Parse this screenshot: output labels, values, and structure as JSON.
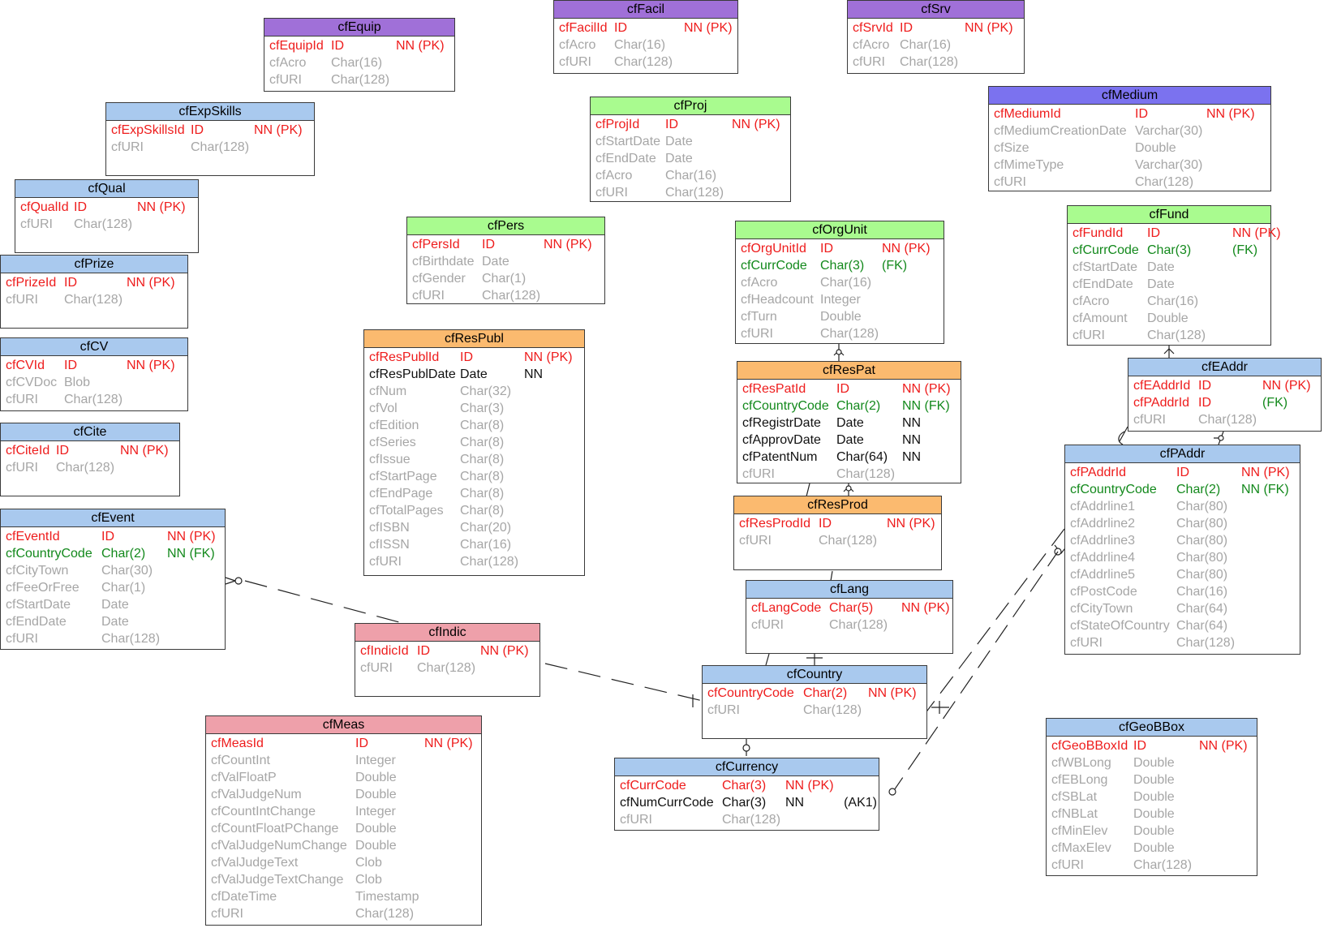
{
  "colors": {
    "purple": "#a070d8",
    "blue": "#a9c9ee",
    "green": "#a9fb8f",
    "orange": "#fbba6f",
    "pink": "#eea0aa",
    "indigo": "#7b72ef",
    "pk_text": "#ee1c1c",
    "fk_text": "#13891c",
    "nn_text": "#111111",
    "plain_text": "#a6a6a6"
  },
  "entities": [
    {
      "id": "cfEquip",
      "title": "cfEquip",
      "color": "purple",
      "rows": [
        {
          "name": "cfEquipId",
          "type": "ID",
          "cons": "NN (PK)",
          "kind": "pk"
        },
        {
          "name": "cfAcro",
          "type": "Char(16)",
          "cons": "",
          "kind": "plain"
        },
        {
          "name": "cfURI",
          "type": "Char(128)",
          "cons": "",
          "kind": "plain"
        }
      ]
    },
    {
      "id": "cfFacil",
      "title": "cfFacil",
      "color": "purple",
      "rows": [
        {
          "name": "cfFacilId",
          "type": "ID",
          "cons": "NN (PK)",
          "kind": "pk"
        },
        {
          "name": "cfAcro",
          "type": "Char(16)",
          "cons": "",
          "kind": "plain"
        },
        {
          "name": "cfURI",
          "type": "Char(128)",
          "cons": "",
          "kind": "plain"
        }
      ]
    },
    {
      "id": "cfSrv",
      "title": "cfSrv",
      "color": "purple",
      "rows": [
        {
          "name": "cfSrvId",
          "type": "ID",
          "cons": "NN (PK)",
          "kind": "pk"
        },
        {
          "name": "cfAcro",
          "type": "Char(16)",
          "cons": "",
          "kind": "plain"
        },
        {
          "name": "cfURI",
          "type": "Char(128)",
          "cons": "",
          "kind": "plain"
        }
      ]
    },
    {
      "id": "cfExpSkills",
      "title": "cfExpSkills",
      "color": "blue",
      "rows": [
        {
          "name": "cfExpSkillsId",
          "type": "ID",
          "cons": "NN (PK)",
          "kind": "pk"
        },
        {
          "name": "cfURI",
          "type": "Char(128)",
          "cons": "",
          "kind": "plain"
        }
      ]
    },
    {
      "id": "cfProj",
      "title": "cfProj",
      "color": "green",
      "rows": [
        {
          "name": "cfProjId",
          "type": "ID",
          "cons": "NN (PK)",
          "kind": "pk"
        },
        {
          "name": "cfStartDate",
          "type": "Date",
          "cons": "",
          "kind": "plain"
        },
        {
          "name": "cfEndDate",
          "type": "Date",
          "cons": "",
          "kind": "plain"
        },
        {
          "name": "cfAcro",
          "type": "Char(16)",
          "cons": "",
          "kind": "plain"
        },
        {
          "name": "cfURI",
          "type": "Char(128)",
          "cons": "",
          "kind": "plain"
        }
      ]
    },
    {
      "id": "cfMedium",
      "title": "cfMedium",
      "color": "indigo",
      "rows": [
        {
          "name": "cfMediumId",
          "type": "ID",
          "cons": "NN (PK)",
          "kind": "pk"
        },
        {
          "name": "cfMediumCreationDate",
          "type": "Varchar(30)",
          "cons": "",
          "kind": "plain"
        },
        {
          "name": "cfSize",
          "type": "Double",
          "cons": "",
          "kind": "plain"
        },
        {
          "name": "cfMimeType",
          "type": "Varchar(30)",
          "cons": "",
          "kind": "plain"
        },
        {
          "name": "cfURI",
          "type": "Char(128)",
          "cons": "",
          "kind": "plain"
        }
      ]
    },
    {
      "id": "cfQual",
      "title": "cfQual",
      "color": "blue",
      "rows": [
        {
          "name": "cfQualId",
          "type": "ID",
          "cons": "NN (PK)",
          "kind": "pk"
        },
        {
          "name": "cfURI",
          "type": "Char(128)",
          "cons": "",
          "kind": "plain"
        }
      ]
    },
    {
      "id": "cfFund",
      "title": "cfFund",
      "color": "green",
      "rows": [
        {
          "name": "cfFundId",
          "type": "ID",
          "cons": "NN (PK)",
          "kind": "pk"
        },
        {
          "name": "cfCurrCode",
          "type": "Char(3)",
          "cons": "(FK)",
          "kind": "fk"
        },
        {
          "name": "cfStartDate",
          "type": "Date",
          "cons": "",
          "kind": "plain"
        },
        {
          "name": "cfEndDate",
          "type": "Date",
          "cons": "",
          "kind": "plain"
        },
        {
          "name": "cfAcro",
          "type": "Char(16)",
          "cons": "",
          "kind": "plain"
        },
        {
          "name": "cfAmount",
          "type": "Double",
          "cons": "",
          "kind": "plain"
        },
        {
          "name": "cfURI",
          "type": "Char(128)",
          "cons": "",
          "kind": "plain"
        }
      ]
    },
    {
      "id": "cfPers",
      "title": "cfPers",
      "color": "green",
      "rows": [
        {
          "name": "cfPersId",
          "type": "ID",
          "cons": "NN (PK)",
          "kind": "pk"
        },
        {
          "name": "cfBirthdate",
          "type": "Date",
          "cons": "",
          "kind": "plain"
        },
        {
          "name": "cfGender",
          "type": "Char(1)",
          "cons": "",
          "kind": "plain"
        },
        {
          "name": "cfURI",
          "type": "Char(128)",
          "cons": "",
          "kind": "plain"
        }
      ]
    },
    {
      "id": "cfOrgUnit",
      "title": "cfOrgUnit",
      "color": "green",
      "rows": [
        {
          "name": "cfOrgUnitId",
          "type": "ID",
          "cons": "NN (PK)",
          "kind": "pk"
        },
        {
          "name": "cfCurrCode",
          "type": "Char(3)",
          "cons": "(FK)",
          "kind": "fk"
        },
        {
          "name": "cfAcro",
          "type": "Char(16)",
          "cons": "",
          "kind": "plain"
        },
        {
          "name": "cfHeadcount",
          "type": "Integer",
          "cons": "",
          "kind": "plain"
        },
        {
          "name": "cfTurn",
          "type": "Double",
          "cons": "",
          "kind": "plain"
        },
        {
          "name": "cfURI",
          "type": "Char(128)",
          "cons": "",
          "kind": "plain"
        }
      ]
    },
    {
      "id": "cfPrize",
      "title": "cfPrize",
      "color": "blue",
      "rows": [
        {
          "name": "cfPrizeId",
          "type": "ID",
          "cons": "NN (PK)",
          "kind": "pk"
        },
        {
          "name": "cfURI",
          "type": "Char(128)",
          "cons": "",
          "kind": "plain"
        }
      ]
    },
    {
      "id": "cfResPubl",
      "title": "cfResPubl",
      "color": "orange",
      "rows": [
        {
          "name": "cfResPublId",
          "type": "ID",
          "cons": "NN (PK)",
          "kind": "pk"
        },
        {
          "name": "cfResPublDate",
          "type": "Date",
          "cons": "NN",
          "kind": "nn"
        },
        {
          "name": "cfNum",
          "type": "Char(32)",
          "cons": "",
          "kind": "plain"
        },
        {
          "name": "cfVol",
          "type": "Char(3)",
          "cons": "",
          "kind": "plain"
        },
        {
          "name": "cfEdition",
          "type": "Char(8)",
          "cons": "",
          "kind": "plain"
        },
        {
          "name": "cfSeries",
          "type": "Char(8)",
          "cons": "",
          "kind": "plain"
        },
        {
          "name": "cfIssue",
          "type": "Char(8)",
          "cons": "",
          "kind": "plain"
        },
        {
          "name": "cfStartPage",
          "type": "Char(8)",
          "cons": "",
          "kind": "plain"
        },
        {
          "name": "cfEndPage",
          "type": "Char(8)",
          "cons": "",
          "kind": "plain"
        },
        {
          "name": "cfTotalPages",
          "type": "Char(8)",
          "cons": "",
          "kind": "plain"
        },
        {
          "name": "cfISBN",
          "type": "Char(20)",
          "cons": "",
          "kind": "plain"
        },
        {
          "name": "cfISSN",
          "type": "Char(16)",
          "cons": "",
          "kind": "plain"
        },
        {
          "name": "cfURI",
          "type": "Char(128)",
          "cons": "",
          "kind": "plain"
        }
      ]
    },
    {
      "id": "cfCV",
      "title": "cfCV",
      "color": "blue",
      "rows": [
        {
          "name": "cfCVId",
          "type": "ID",
          "cons": "NN (PK)",
          "kind": "pk"
        },
        {
          "name": "cfCVDoc",
          "type": "Blob",
          "cons": "",
          "kind": "plain"
        },
        {
          "name": "cfURI",
          "type": "Char(128)",
          "cons": "",
          "kind": "plain"
        }
      ]
    },
    {
      "id": "cfResPat",
      "title": "cfResPat",
      "color": "orange",
      "rows": [
        {
          "name": "cfResPatId",
          "type": "ID",
          "cons": "NN (PK)",
          "kind": "pk"
        },
        {
          "name": "cfCountryCode",
          "type": "Char(2)",
          "cons": "NN (FK)",
          "kind": "fk"
        },
        {
          "name": "cfRegistrDate",
          "type": "Date",
          "cons": "NN",
          "kind": "nn"
        },
        {
          "name": "cfApprovDate",
          "type": "Date",
          "cons": "NN",
          "kind": "nn"
        },
        {
          "name": "cfPatentNum",
          "type": "Char(64)",
          "cons": "NN",
          "kind": "nn"
        },
        {
          "name": "cfURI",
          "type": "Char(128)",
          "cons": "",
          "kind": "plain"
        }
      ]
    },
    {
      "id": "cfEAddr",
      "title": "cfEAddr",
      "color": "blue",
      "rows": [
        {
          "name": "cfEAddrId",
          "type": "ID",
          "cons": "NN (PK)",
          "kind": "pk"
        },
        {
          "name": "cfPAddrId",
          "type": "ID",
          "cons": "(FK)",
          "kind": "fkpk"
        },
        {
          "name": "cfURI",
          "type": "Char(128)",
          "cons": "",
          "kind": "plain"
        }
      ]
    },
    {
      "id": "cfCite",
      "title": "cfCite",
      "color": "blue",
      "rows": [
        {
          "name": "cfCiteId",
          "type": "ID",
          "cons": "NN (PK)",
          "kind": "pk"
        },
        {
          "name": "cfURI",
          "type": "Char(128)",
          "cons": "",
          "kind": "plain"
        }
      ]
    },
    {
      "id": "cfPAddr",
      "title": "cfPAddr",
      "color": "blue",
      "rows": [
        {
          "name": "cfPAddrId",
          "type": "ID",
          "cons": "NN (PK)",
          "kind": "pk"
        },
        {
          "name": "cfCountryCode",
          "type": "Char(2)",
          "cons": "NN (FK)",
          "kind": "fk"
        },
        {
          "name": "cfAddrline1",
          "type": "Char(80)",
          "cons": "",
          "kind": "plain"
        },
        {
          "name": "cfAddrline2",
          "type": "Char(80)",
          "cons": "",
          "kind": "plain"
        },
        {
          "name": "cfAddrline3",
          "type": "Char(80)",
          "cons": "",
          "kind": "plain"
        },
        {
          "name": "cfAddrline4",
          "type": "Char(80)",
          "cons": "",
          "kind": "plain"
        },
        {
          "name": "cfAddrline5",
          "type": "Char(80)",
          "cons": "",
          "kind": "plain"
        },
        {
          "name": "cfPostCode",
          "type": "Char(16)",
          "cons": "",
          "kind": "plain"
        },
        {
          "name": "cfCityTown",
          "type": "Char(64)",
          "cons": "",
          "kind": "plain"
        },
        {
          "name": "cfStateOfCountry",
          "type": "Char(64)",
          "cons": "",
          "kind": "plain"
        },
        {
          "name": "cfURI",
          "type": "Char(128)",
          "cons": "",
          "kind": "plain"
        }
      ]
    },
    {
      "id": "cfResProd",
      "title": "cfResProd",
      "color": "orange",
      "rows": [
        {
          "name": "cfResProdId",
          "type": "ID",
          "cons": "NN (PK)",
          "kind": "pk"
        },
        {
          "name": "cfURI",
          "type": "Char(128)",
          "cons": "",
          "kind": "plain"
        }
      ]
    },
    {
      "id": "cfEvent",
      "title": "cfEvent",
      "color": "blue",
      "rows": [
        {
          "name": "cfEventId",
          "type": "ID",
          "cons": "NN (PK)",
          "kind": "pk"
        },
        {
          "name": "cfCountryCode",
          "type": "Char(2)",
          "cons": "NN (FK)",
          "kind": "fk"
        },
        {
          "name": "cfCityTown",
          "type": "Char(30)",
          "cons": "",
          "kind": "plain"
        },
        {
          "name": "cfFeeOrFree",
          "type": "Char(1)",
          "cons": "",
          "kind": "plain"
        },
        {
          "name": "cfStartDate",
          "type": "Date",
          "cons": "",
          "kind": "plain"
        },
        {
          "name": "cfEndDate",
          "type": "Date",
          "cons": "",
          "kind": "plain"
        },
        {
          "name": "cfURI",
          "type": "Char(128)",
          "cons": "",
          "kind": "plain"
        }
      ]
    },
    {
      "id": "cfLang",
      "title": "cfLang",
      "color": "blue",
      "rows": [
        {
          "name": "cfLangCode",
          "type": "Char(5)",
          "cons": "NN (PK)",
          "kind": "pk"
        },
        {
          "name": "cfURI",
          "type": "Char(128)",
          "cons": "",
          "kind": "plain"
        }
      ]
    },
    {
      "id": "cfIndic",
      "title": "cfIndic",
      "color": "pink",
      "rows": [
        {
          "name": "cfIndicId",
          "type": "ID",
          "cons": "NN (PK)",
          "kind": "pk"
        },
        {
          "name": "cfURI",
          "type": "Char(128)",
          "cons": "",
          "kind": "plain"
        }
      ]
    },
    {
      "id": "cfCountry",
      "title": "cfCountry",
      "color": "blue",
      "rows": [
        {
          "name": "cfCountryCode",
          "type": "Char(2)",
          "cons": "NN (PK)",
          "kind": "pk"
        },
        {
          "name": "cfURI",
          "type": "Char(128)",
          "cons": "",
          "kind": "plain"
        }
      ]
    },
    {
      "id": "cfMeas",
      "title": "cfMeas",
      "color": "pink",
      "rows": [
        {
          "name": "cfMeasId",
          "type": "ID",
          "cons": "NN (PK)",
          "kind": "pk"
        },
        {
          "name": "cfCountInt",
          "type": "Integer",
          "cons": "",
          "kind": "plain"
        },
        {
          "name": "cfValFloatP",
          "type": "Double",
          "cons": "",
          "kind": "plain"
        },
        {
          "name": "cfValJudgeNum",
          "type": "Double",
          "cons": "",
          "kind": "plain"
        },
        {
          "name": "cfCountIntChange",
          "type": "Integer",
          "cons": "",
          "kind": "plain"
        },
        {
          "name": "cfCountFloatPChange",
          "type": "Double",
          "cons": "",
          "kind": "plain"
        },
        {
          "name": "cfValJudgeNumChange",
          "type": "Double",
          "cons": "",
          "kind": "plain"
        },
        {
          "name": "cfValJudgeText",
          "type": "Clob",
          "cons": "",
          "kind": "plain"
        },
        {
          "name": "cfValJudgeTextChange",
          "type": "Clob",
          "cons": "",
          "kind": "plain"
        },
        {
          "name": "cfDateTime",
          "type": "Timestamp",
          "cons": "",
          "kind": "plain"
        },
        {
          "name": "cfURI",
          "type": "Char(128)",
          "cons": "",
          "kind": "plain"
        }
      ]
    },
    {
      "id": "cfGeoBBox",
      "title": "cfGeoBBox",
      "color": "blue",
      "rows": [
        {
          "name": "cfGeoBBoxId",
          "type": "ID",
          "cons": "NN (PK)",
          "kind": "pk"
        },
        {
          "name": "cfWBLong",
          "type": "Double",
          "cons": "",
          "kind": "plain"
        },
        {
          "name": "cfEBLong",
          "type": "Double",
          "cons": "",
          "kind": "plain"
        },
        {
          "name": "cfSBLat",
          "type": "Double",
          "cons": "",
          "kind": "plain"
        },
        {
          "name": "cfNBLat",
          "type": "Double",
          "cons": "",
          "kind": "plain"
        },
        {
          "name": "cfMinElev",
          "type": "Double",
          "cons": "",
          "kind": "plain"
        },
        {
          "name": "cfMaxElev",
          "type": "Double",
          "cons": "",
          "kind": "plain"
        },
        {
          "name": "cfURI",
          "type": "Char(128)",
          "cons": "",
          "kind": "plain"
        }
      ]
    },
    {
      "id": "cfCurrency",
      "title": "cfCurrency",
      "color": "blue",
      "rows": [
        {
          "name": "cfCurrCode",
          "type": "Char(3)",
          "cons": "NN (PK)",
          "kind": "pk"
        },
        {
          "name": "cfNumCurrCode",
          "type": "Char(3)",
          "cons": "NN",
          "kind": "nn",
          "extra": "(AK1)"
        },
        {
          "name": "cfURI",
          "type": "Char(128)",
          "cons": "",
          "kind": "plain"
        }
      ]
    }
  ]
}
